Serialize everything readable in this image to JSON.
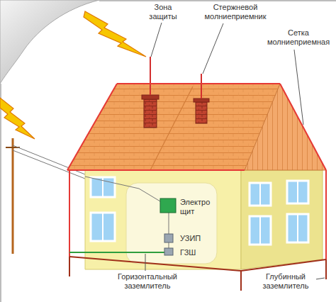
{
  "diagram": {
    "labels": [
      "Зона защиты",
      "Стержневой молниеприемник",
      "Сетка молниеприемная",
      "Электро щит",
      "УЗИП",
      "ГЗШ",
      "Горизонтальный заземлитель",
      "Глубинный заземлитель"
    ]
  }
}
